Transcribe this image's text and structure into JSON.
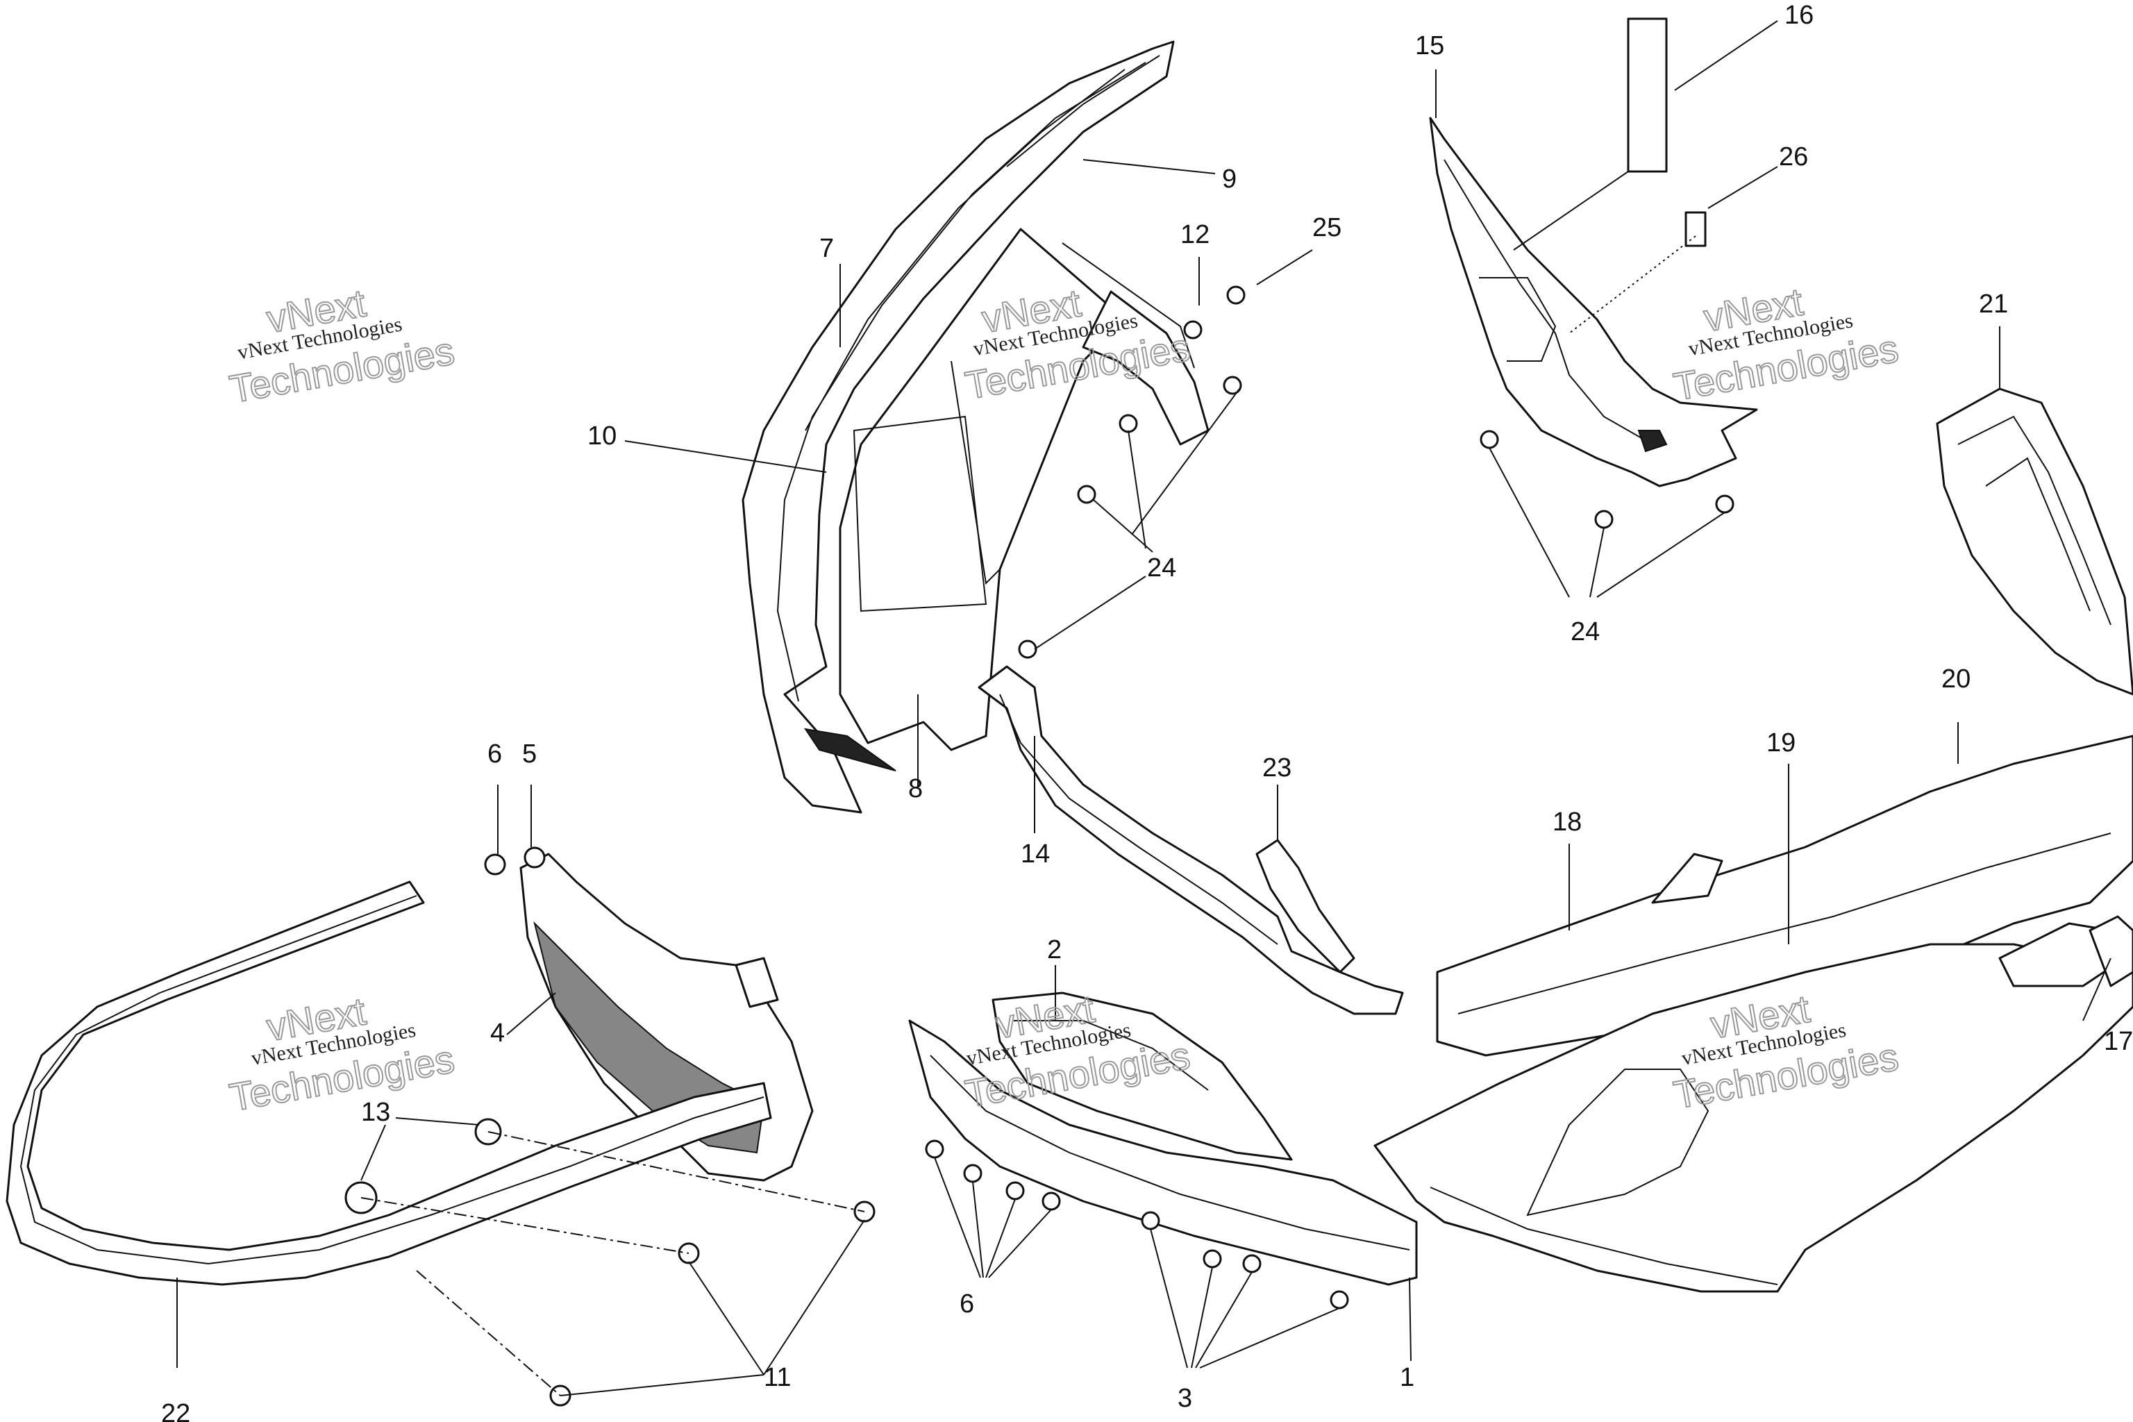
{
  "watermark": {
    "line1": "vNext Technologies",
    "line2": "vNext",
    "line3": "Technologies"
  },
  "callouts": [
    "16",
    "15",
    "26",
    "9",
    "7",
    "12",
    "25",
    "21",
    "10",
    "24",
    "24",
    "20",
    "6",
    "5",
    "8",
    "23",
    "19",
    "18",
    "14",
    "2",
    "4",
    "13",
    "17",
    "6",
    "11",
    "3",
    "1",
    "22"
  ]
}
